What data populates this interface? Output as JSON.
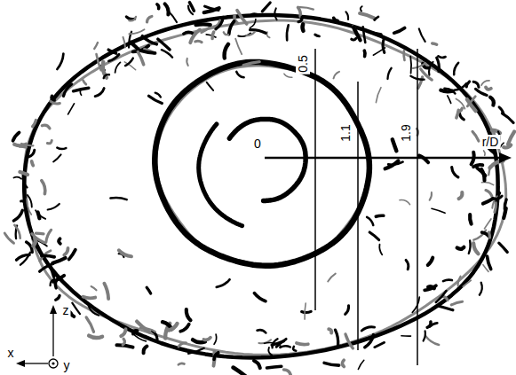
{
  "diagram": {
    "labels": [
      "0.5",
      "1.1",
      "1.9",
      "0",
      "r/D",
      "z",
      "x",
      "y"
    ]
  }
}
